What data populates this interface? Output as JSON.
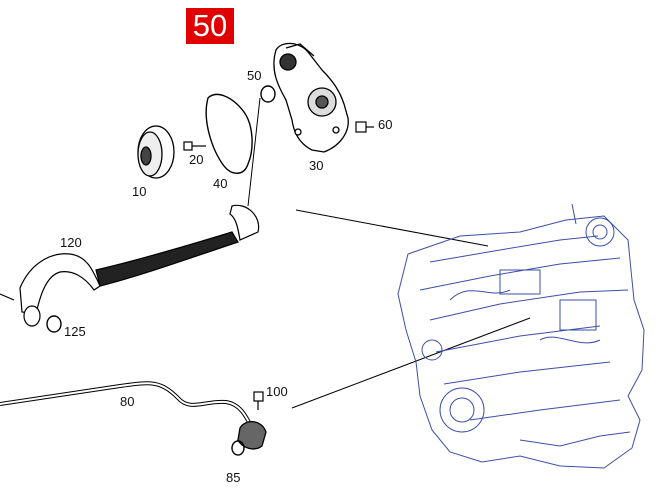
{
  "diagram": {
    "badge": "50",
    "callouts": [
      {
        "id": "c50",
        "text": "50"
      },
      {
        "id": "c60",
        "text": "60"
      },
      {
        "id": "c30",
        "text": "30"
      },
      {
        "id": "c20",
        "text": "20"
      },
      {
        "id": "c10",
        "text": "10"
      },
      {
        "id": "c40",
        "text": "40"
      },
      {
        "id": "c120",
        "text": "120"
      },
      {
        "id": "c125",
        "text": "125"
      },
      {
        "id": "c80",
        "text": "80"
      },
      {
        "id": "c100",
        "text": "100"
      },
      {
        "id": "c85",
        "text": "85"
      }
    ],
    "colors": {
      "badge": "#e00000",
      "line": "#000000",
      "engine": "#3b4fa8"
    }
  }
}
